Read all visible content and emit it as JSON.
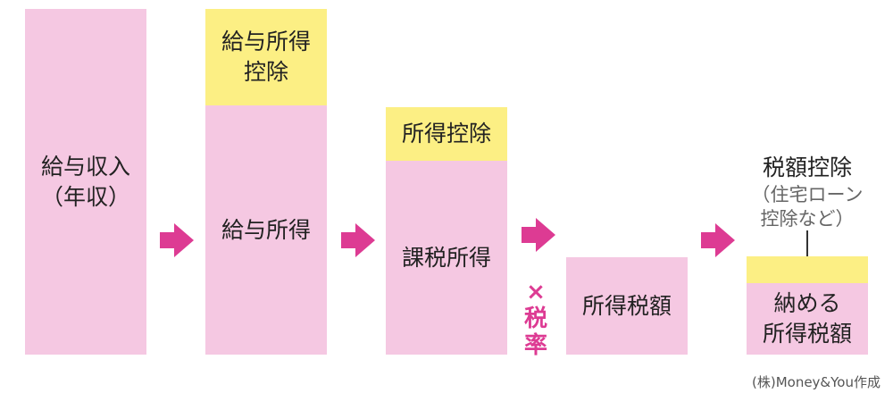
{
  "steps": {
    "gross_income": "給与収入\n（年収）",
    "employment_deduction": "給与所得\n控除",
    "employment_income": "給与所得",
    "income_deduction": "所得控除",
    "taxable_income": "課税所得",
    "tax_rate": "×\n税\n率",
    "income_tax_amount": "所得税額",
    "tax_credit_title": "税額控除",
    "tax_credit_note": "（住宅ローン\n控除など）",
    "tax_payable": "納める\n所得税額"
  },
  "credit": "(株)Money&You作成",
  "colors": {
    "income": "#f5c8e2",
    "deduction": "#fcef84",
    "arrow": "#dd3b93",
    "text": "#222222"
  }
}
